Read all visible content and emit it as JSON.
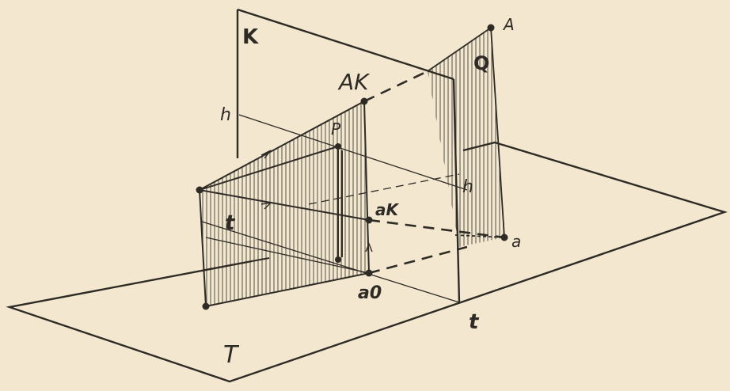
{
  "diagram": {
    "labels": {
      "plane_K": "K",
      "plane_Q": "Q",
      "plane_T": "T",
      "point_A": "A",
      "point_AK": "AK",
      "point_aK": "aK",
      "point_a": "a",
      "point_a0": "a0",
      "point_P": "P",
      "line_h_left": "h",
      "line_h_right": "h",
      "line_t_left": "t",
      "line_t_bottom": "t"
    },
    "colors": {
      "ink": "#2e2a25",
      "paper": "#f3e8cf",
      "hatch": "#4a443c"
    }
  }
}
